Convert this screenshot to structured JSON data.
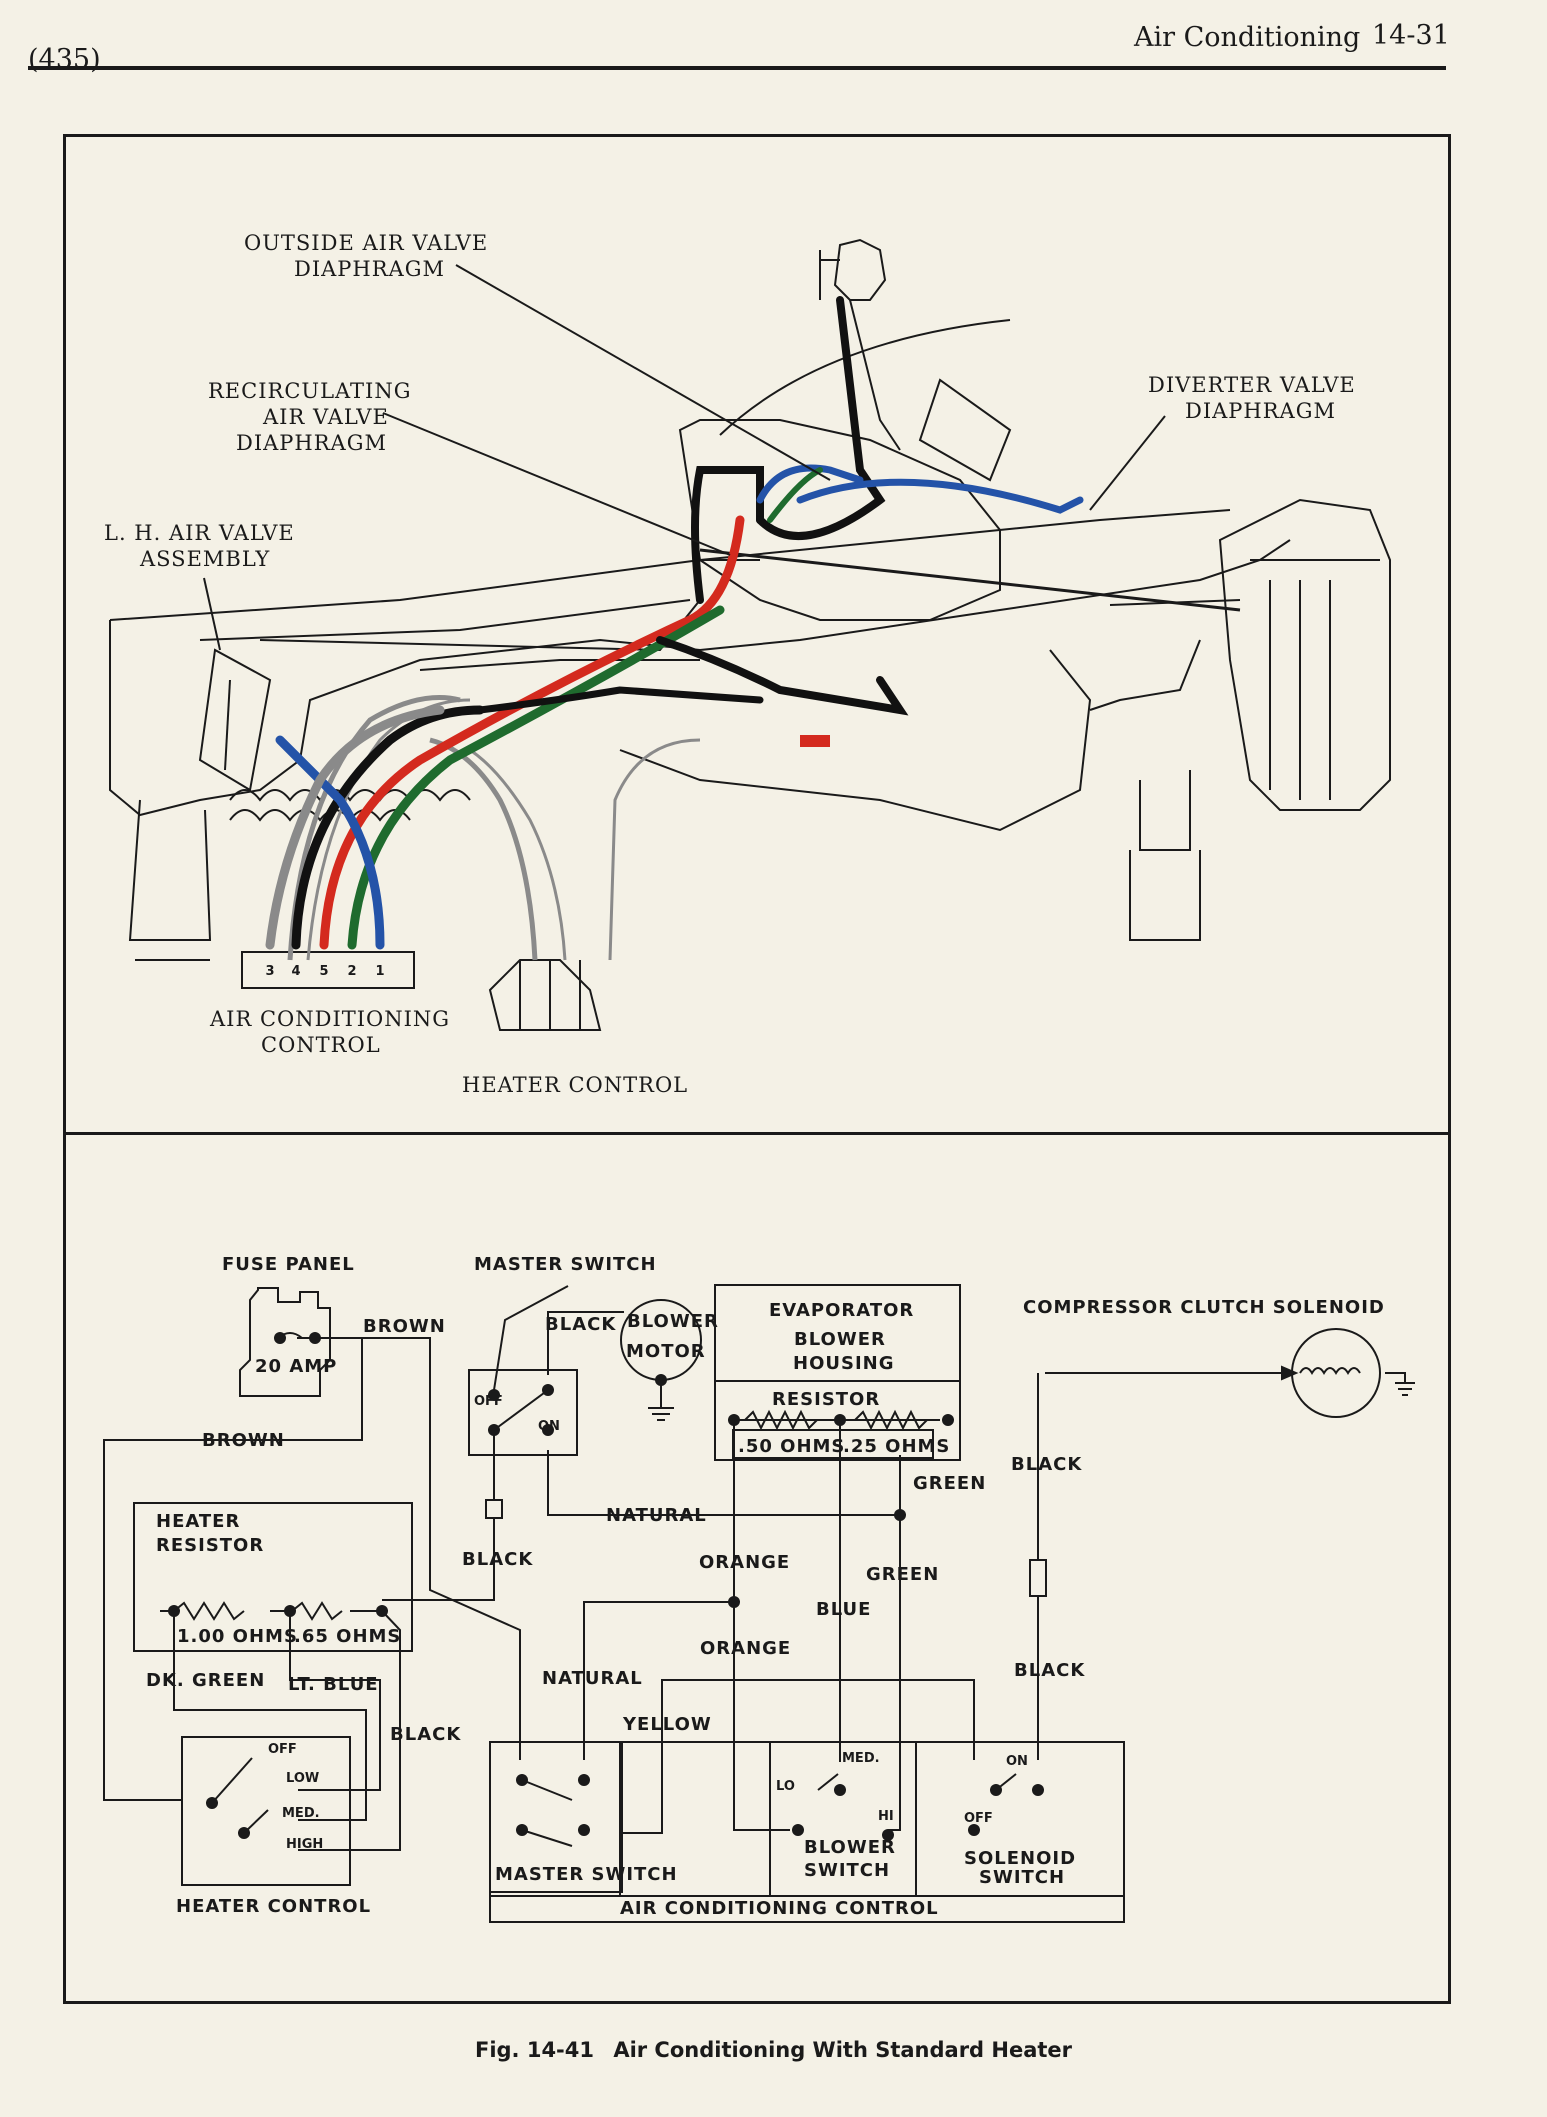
{
  "header": {
    "page_number": "(435)",
    "section_title": "Air Conditioning",
    "section_page": "14-31"
  },
  "top_diagram": {
    "labels": {
      "outside_air_1": "OUTSIDE AIR VALVE",
      "outside_air_2": "DIAPHRAGM",
      "recirc_1": "RECIRCULATING",
      "recirc_2": "AIR VALVE",
      "recirc_3": "DIAPHRAGM",
      "lh_1": "L. H. AIR VALVE",
      "lh_2": "ASSEMBLY",
      "diverter_1": "DIVERTER VALVE",
      "diverter_2": "DIAPHRAGM",
      "ac_control_1": "AIR CONDITIONING",
      "ac_control_2": "CONTROL",
      "heater_control": "HEATER CONTROL"
    },
    "terminal_numbers": [
      "3",
      "4",
      "5",
      "2",
      "1"
    ],
    "wire_colors": {
      "gray": "#8a8a8a",
      "black": "#111111",
      "red": "#d42a1e",
      "green": "#1f6b2e",
      "blue": "#2453a8"
    }
  },
  "schematic": {
    "fuse_panel": "FUSE PANEL",
    "fuse_rating": "20 AMP",
    "master_switch_top": "MASTER SWITCH",
    "off": "OFF",
    "on": "ON",
    "blower_1": "BLOWER",
    "blower_2": "MOTOR",
    "evap_1": "EVAPORATOR",
    "evap_2": "BLOWER",
    "evap_3": "HOUSING",
    "resistor": "RESISTOR",
    "r50": ".50 OHMS",
    "r25": ".25 OHMS",
    "compressor": "COMPRESSOR  CLUTCH  SOLENOID",
    "heater_res_1": "HEATER",
    "heater_res_2": "RESISTOR",
    "r100": "1.00 OHMS",
    "r65": ".65 OHMS",
    "heater_switch_off": "OFF",
    "heater_switch_low": "LOW",
    "heater_switch_med": "MED.",
    "heater_switch_high": "HIGH",
    "heater_control": "HEATER   CONTROL",
    "master_switch_bottom": "MASTER SWITCH",
    "blower_switch_1": "BLOWER",
    "blower_switch_2": "SWITCH",
    "lo": "LO",
    "med": "MED.",
    "hi": "HI",
    "sol_on": "ON",
    "sol_off": "OFF",
    "solenoid_1": "SOLENOID",
    "solenoid_2": "SWITCH",
    "ac_control": "AIR   CONDITIONING   CONTROL",
    "wires": {
      "brown_1": "BROWN",
      "brown_2": "BROWN",
      "black_1": "BLACK",
      "black_2": "BLACK",
      "black_3": "BLACK",
      "black_4": "BLACK",
      "black_5": "BLACK",
      "natural_1": "NATURAL",
      "natural_2": "NATURAL",
      "green_1": "GREEN",
      "green_2": "GREEN",
      "orange_1": "ORANGE",
      "orange_2": "ORANGE",
      "blue": "BLUE",
      "yellow": "YELLOW",
      "dk_green": "DK. GREEN",
      "lt_blue": "LT. BLUE"
    }
  },
  "caption": {
    "fig": "Fig. 14-41",
    "title": "Air Conditioning With Standard Heater"
  }
}
